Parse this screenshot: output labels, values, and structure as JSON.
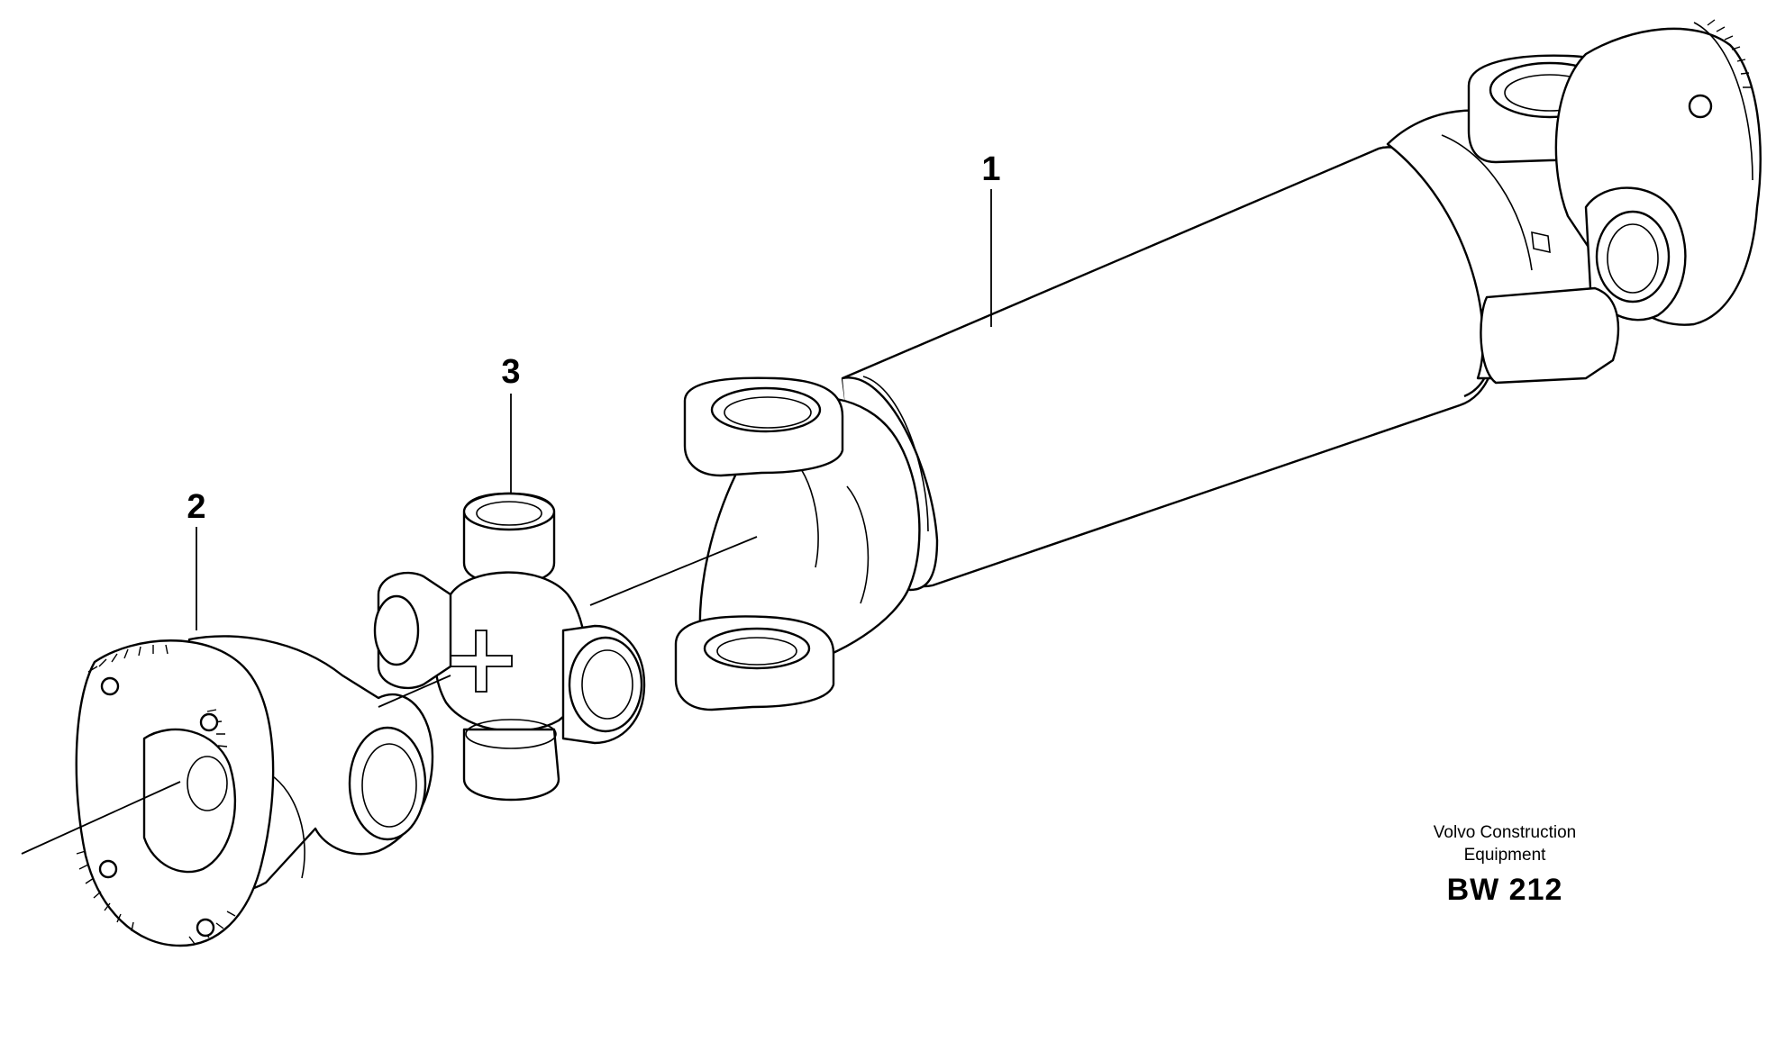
{
  "callouts": {
    "part1": "1",
    "part2": "2",
    "part3": "3"
  },
  "label": {
    "line1": "Volvo Construction",
    "line2": "Equipment",
    "code": "BW 212"
  }
}
